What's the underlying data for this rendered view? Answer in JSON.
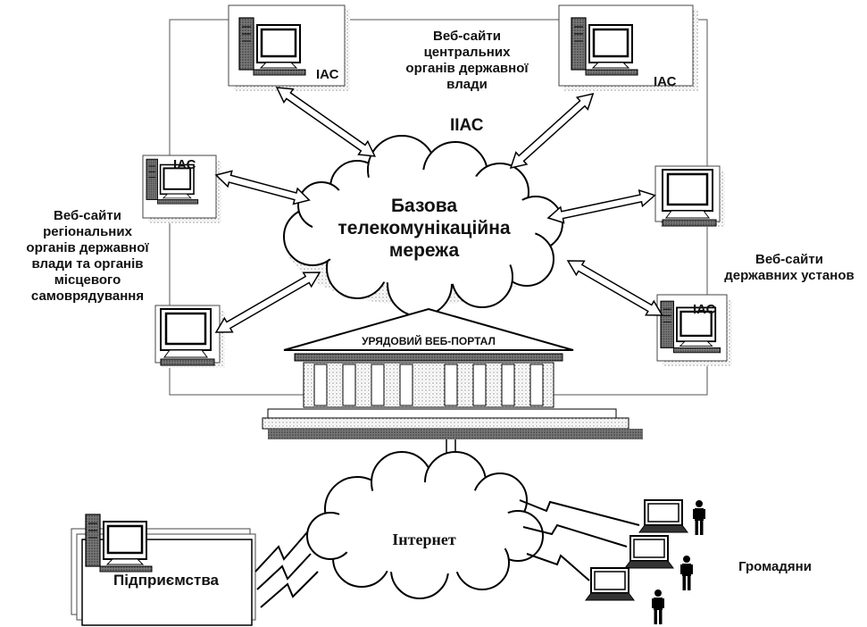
{
  "diagram": {
    "top_group_label": [
      "Веб-сайти",
      "центральних",
      "органів державної",
      "влади"
    ],
    "network_label": "ІІАС",
    "core_cloud_label": [
      "Базова",
      "телекомунікаційна",
      "мережа"
    ],
    "left_group_label": [
      "Веб-сайти",
      "регіональних",
      "органів державної",
      "влади та органів",
      "місцевого",
      "самоврядування"
    ],
    "right_group_label": [
      "Веб-сайти",
      "державних установ"
    ],
    "portal_label": "УРЯДОВИЙ ВЕБ-ПОРТАЛ",
    "internet_label": "Інтернет",
    "enterprises_label": "Підприємства",
    "citizens_label": "Громадяни",
    "iac_label": "ІАС"
  }
}
